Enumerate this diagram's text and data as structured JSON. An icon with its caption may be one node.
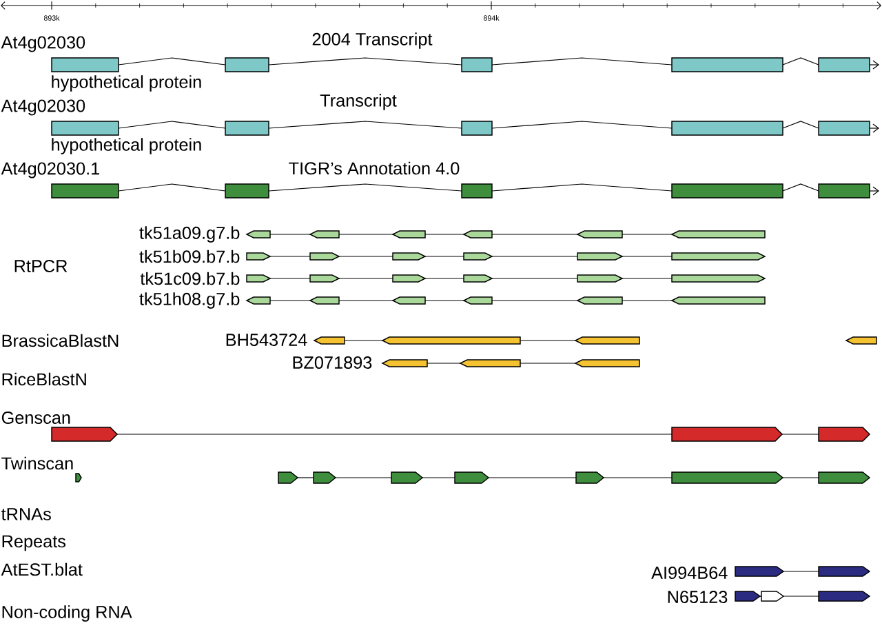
{
  "diagram": {
    "labels": [
      "893k",
      "894k",
      "At4g02030",
      "2004 Transcript",
      "hypothetical protein",
      "At4g02030",
      "Transcript",
      "hypothetical protein",
      "At4g02030.1",
      "TIGR’s Annotation 4.0",
      "tk51a09.g7.b",
      "tk51b09.b7.b",
      "RtPCR",
      "tk51c09.b7.b",
      "tk51h08.g7.b",
      "BrassicaBlastN",
      "BH543724",
      "BZ071893",
      "RiceBlastN",
      "Genscan",
      "Twinscan",
      "tRNAs",
      "Repeats",
      "AtEST.blat",
      "AI994B64",
      "N65123",
      "Non-coding RNA"
    ]
  }
}
